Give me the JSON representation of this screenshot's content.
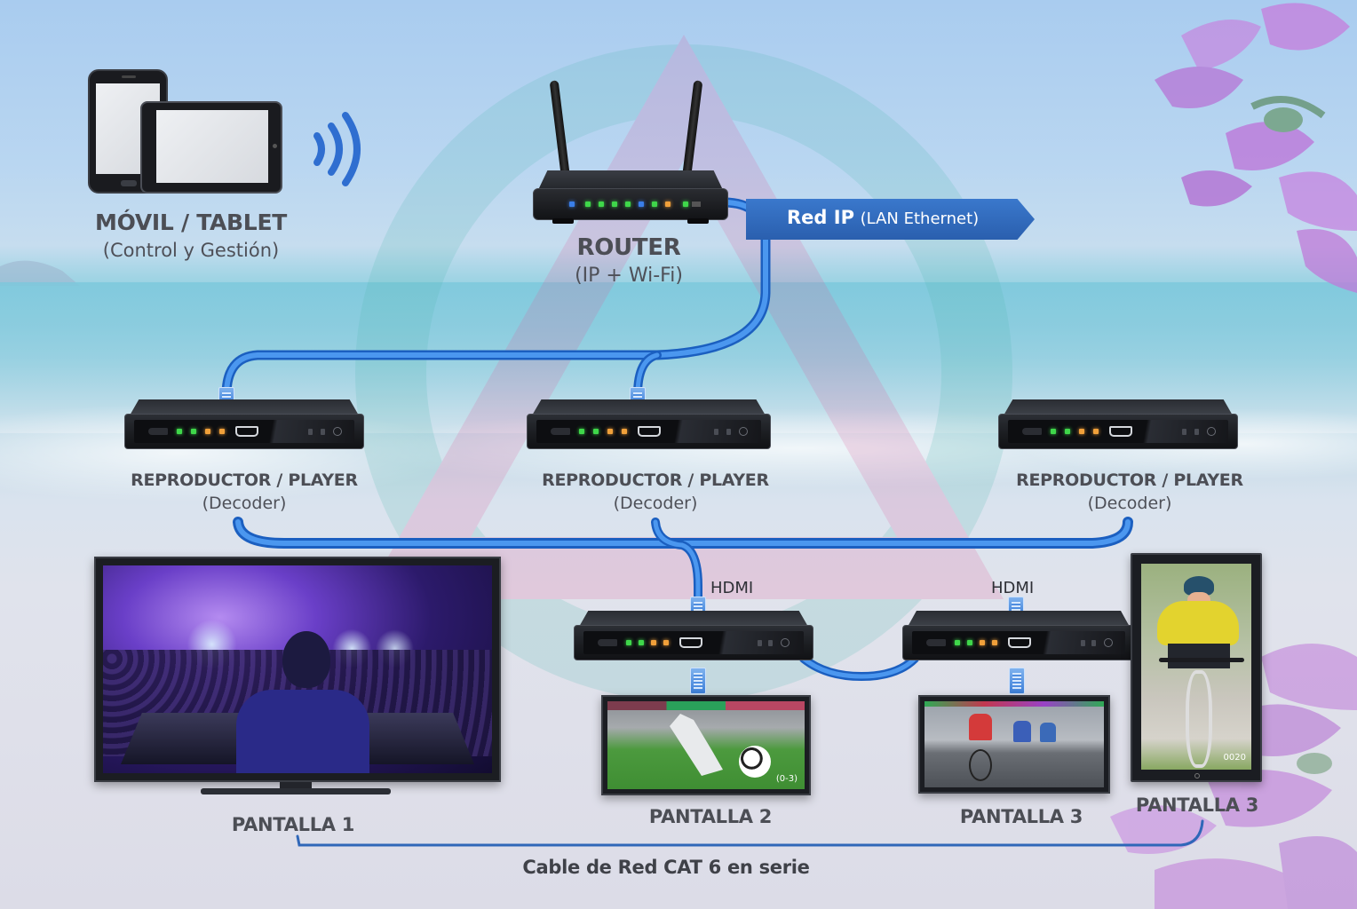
{
  "diagram": {
    "title": "Red IP (LAN Ethernet)",
    "colors": {
      "cable": "#2f7fe0",
      "cable_dark": "#1b5fc0",
      "banner": "#2f67b8",
      "label_text": "#4c4e55",
      "led_green": "#3fd74a",
      "led_orange": "#f0a03a",
      "led_blue": "#3a7ee8",
      "flower": "#c07ad9"
    },
    "mobile": {
      "title": "MÓVIL / TABLET",
      "subtitle": "(Control y Gestión)",
      "icons": [
        "smartphone-icon",
        "tablet-icon",
        "wireless-signal-icon"
      ]
    },
    "router": {
      "title": "ROUTER",
      "subtitle": "(IP + Wi-Fi)",
      "leds": [
        "blue",
        "green",
        "green",
        "green",
        "green",
        "blue",
        "green",
        "orange",
        "green"
      ]
    },
    "banner": {
      "bold": "Red IP",
      "normal": "(LAN Ethernet)"
    },
    "players": [
      {
        "title": "REPRODUCTOR / PLAYER",
        "subtitle": "(Decoder)"
      },
      {
        "title": "REPRODUCTOR / PLAYER",
        "subtitle": "(Decoder)"
      },
      {
        "title": "REPRODUCTOR / PLAYER",
        "subtitle": "(Decoder)"
      }
    ],
    "hdmi_labels": [
      "HDMI",
      "HDMI"
    ],
    "screens": [
      {
        "label": "PANTALLA 1",
        "content": "DJ concert crowd"
      },
      {
        "label": "PANTALLA 2",
        "content": "Football match",
        "overlay_score": "(0-3)"
      },
      {
        "label": "PANTALLA 3",
        "content": "Cycling race"
      },
      {
        "label": "PANTALLA 3",
        "content": "Cyclist portrait",
        "overlay_counter": "0020"
      }
    ],
    "footer_caption": "Cable de Red CAT 6 en serie"
  }
}
